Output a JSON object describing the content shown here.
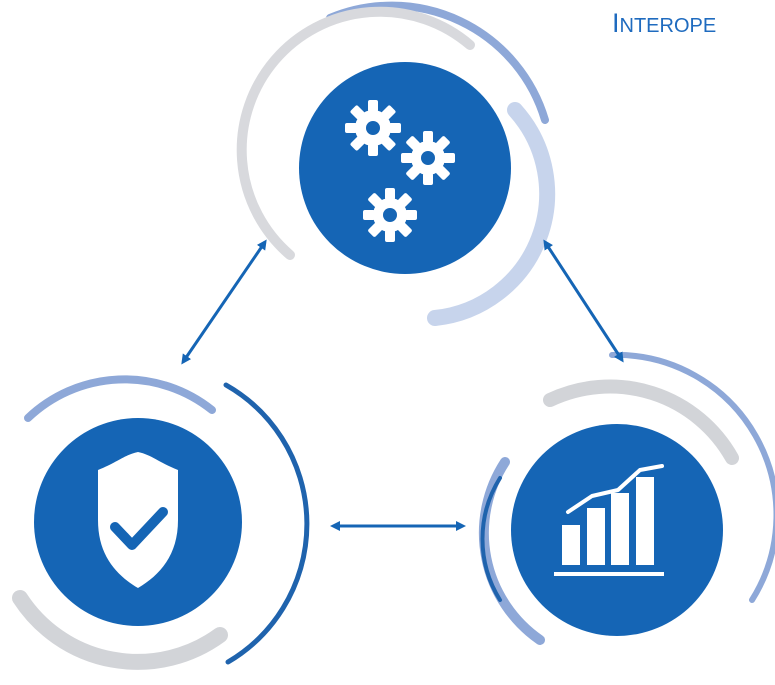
{
  "headline": {
    "first": "I",
    "rest": "NTEROPE"
  },
  "colors": {
    "primary_blue": "#1565b5",
    "ring_blue": "#1f63ad",
    "ring_light_blue": "#8ea8d8",
    "ring_pale_blue": "#c7d4ec",
    "ring_gray": "#d2d4d8",
    "icon_white": "#ffffff"
  },
  "nodes": [
    {
      "id": "operations",
      "icon": "gears-icon"
    },
    {
      "id": "security",
      "icon": "shield-check-icon"
    },
    {
      "id": "growth",
      "icon": "bar-chart-growth-icon"
    }
  ],
  "connections": [
    {
      "from": "operations",
      "to": "security",
      "style": "double-arrow"
    },
    {
      "from": "operations",
      "to": "growth",
      "style": "double-arrow"
    },
    {
      "from": "security",
      "to": "growth",
      "style": "double-arrow"
    }
  ]
}
